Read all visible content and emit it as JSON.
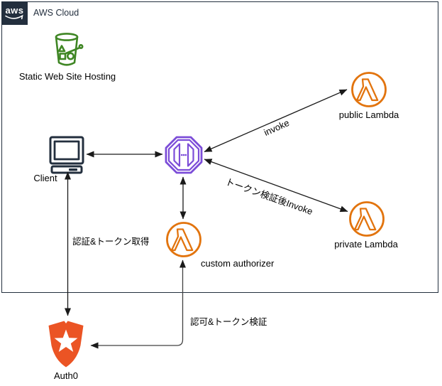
{
  "header": {
    "logo_text": "aws",
    "group_label": "AWS Cloud"
  },
  "nodes": {
    "s3": {
      "label": "Static Web Site Hosting",
      "icon": "s3-bucket-icon"
    },
    "client": {
      "label": "Client",
      "icon": "client-monitor-icon"
    },
    "api_gateway": {
      "icon": "api-gateway-icon"
    },
    "public_lambda": {
      "label": "public Lambda",
      "icon": "lambda-icon"
    },
    "private_lambda": {
      "label": "private Lambda",
      "icon": "lambda-icon"
    },
    "custom_authorizer": {
      "label": "custom authorizer",
      "icon": "lambda-icon"
    },
    "auth0": {
      "label": "Auth0",
      "icon": "auth0-shield-icon"
    }
  },
  "edges": {
    "client_gateway": {
      "label": "",
      "type": "bidirectional"
    },
    "gateway_public": {
      "label": "invoke",
      "type": "bidirectional"
    },
    "gateway_private": {
      "label": "トークン検証後Invoke",
      "type": "bidirectional"
    },
    "gateway_authorizer": {
      "label": "",
      "type": "bidirectional"
    },
    "client_auth0": {
      "label": "認証&トークン取得",
      "type": "bidirectional"
    },
    "authorizer_auth0": {
      "label": "認可&トークン検証",
      "type": "bidirectional"
    }
  },
  "colors": {
    "navy": "#232F3E",
    "s3_green": "#3F8624",
    "gateway_purple": "#7C4DD8",
    "lambda_orange": "#E2740E",
    "auth0_orange": "#EB5424",
    "line": "#1a1a1a"
  }
}
